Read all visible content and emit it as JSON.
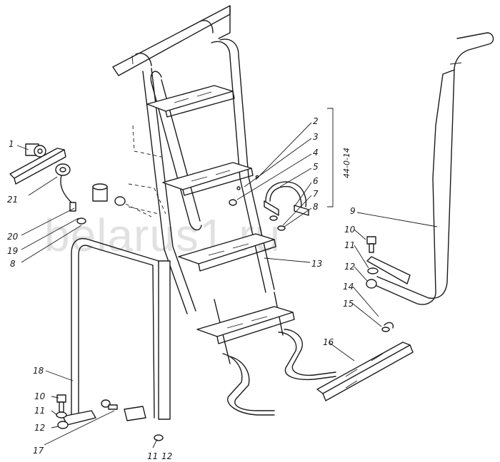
{
  "watermark": "belarus1.ru",
  "document_ref": "44-0-14",
  "callouts": {
    "c1": "1",
    "c2": "2",
    "c3": "3",
    "c4": "4",
    "c5": "5",
    "c6": "6",
    "c7": "7",
    "c8a": "8",
    "c8b": "8",
    "c9": "9",
    "c10a": "10",
    "c10b": "10",
    "c11a": "11",
    "c11b": "11",
    "c11c": "11",
    "c12a": "12",
    "c12b": "12",
    "c12c": "12",
    "c13": "13",
    "c14": "14",
    "c15": "15",
    "c16": "16",
    "c17": "17",
    "c18": "18",
    "c19": "19",
    "c20": "20",
    "c21": "21"
  }
}
